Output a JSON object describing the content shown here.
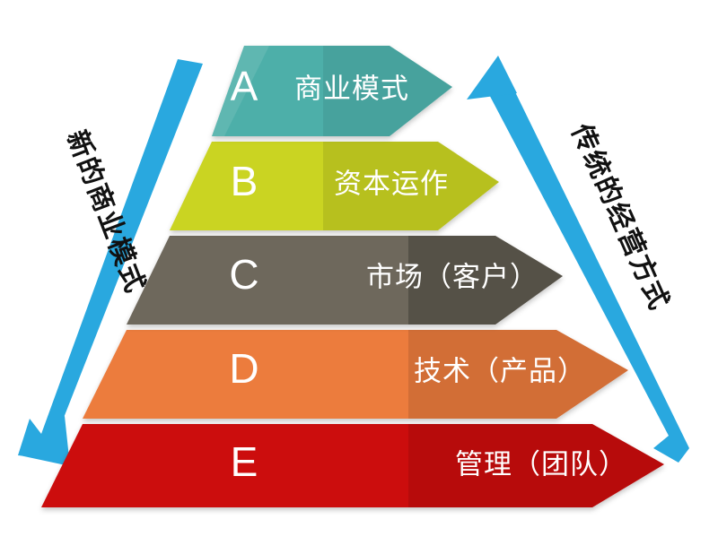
{
  "diagram": {
    "title_letters": [
      "A",
      "B",
      "C",
      "D",
      "E"
    ],
    "levels": [
      {
        "letter": "A",
        "label": "商业模式",
        "color": "#4DAFA9",
        "shade": "#3F9C97"
      },
      {
        "letter": "B",
        "label": "资本运作",
        "color": "#CAD424",
        "shade": "#B2BC22"
      },
      {
        "letter": "C",
        "label": "市场（客户）",
        "color": "#6E675C",
        "shade": "#4F483F"
      },
      {
        "letter": "D",
        "label": "技术（产品）",
        "color": "#EC7B3C",
        "shade": "#D2632B"
      },
      {
        "letter": "E",
        "label": "管理（团队）",
        "color": "#CC0B09",
        "shade": "#AE0807"
      }
    ],
    "left_arrow": {
      "label": "新的商业模式",
      "color": "#29A8DF",
      "direction": "down"
    },
    "right_arrow": {
      "label": "传统的经营方式",
      "color": "#29A8DF",
      "direction": "up"
    },
    "background_color": "#FFFFFF"
  }
}
